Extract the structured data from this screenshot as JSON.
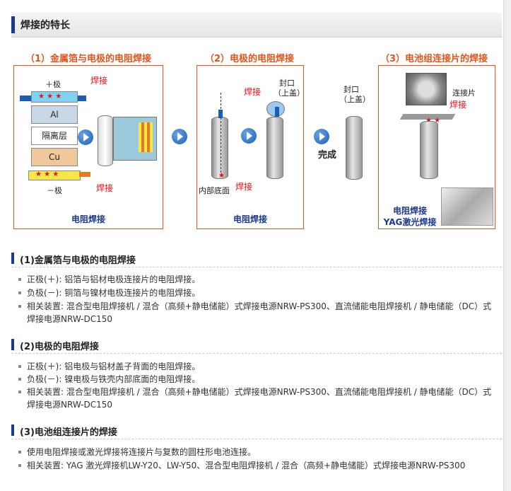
{
  "header": {
    "title": "焊接的特长"
  },
  "panels": [
    {
      "title": "（1）金属箔与电极的电阻焊接",
      "caption": "电阻焊接"
    },
    {
      "title": "（2）电极的电阻焊接",
      "caption": "电阻焊接"
    },
    {
      "title": "（3）电池组连接片的焊接",
      "caption_1": "电阻焊接",
      "caption_2": "YAG激光焊接"
    }
  ],
  "diagram1": {
    "plus": "＋极",
    "al": "Al",
    "sep": "隔离层",
    "cu": "Cu",
    "minus": "－极",
    "weld_top": "焊接",
    "weld_bottom": "焊接"
  },
  "diagram2": {
    "weld_top": "焊接",
    "seal": "封口",
    "cap": "（上盖）",
    "bottom": "内部底面",
    "weld_bottom": "焊接"
  },
  "diagram_done": {
    "seal": "封口",
    "cap": "（上盖）",
    "done": "完成"
  },
  "diagram3": {
    "tab": "连接片",
    "weld": "焊接"
  },
  "sections": [
    {
      "title": "(1)金属箔与电极的电阻焊接",
      "bullets": [
        "正极(＋): 铝箔与铝材电极连接片的电阻焊接。",
        "负极(－): 铜箔与镍材电极连接片的电阻焊接。",
        "相关装置: 混合型电阻焊接机 / 混合（高频+静电储能）式焊接电源NRW-PS300、直流储能电阻焊接机 / 静电储能（DC）式焊接电源NRW-DC150"
      ]
    },
    {
      "title": "(2)电极的电阻焊接",
      "bullets": [
        "正极(＋): 铝电极与铝材盖子背面的电阻焊接。",
        "负极(－): 镍电极与铁壳内部底面的电阻焊接。",
        "相关装置: 混合型电阻焊接机 / 混合（高频+静电储能）式焊接电源NRW-PS300、直流储能电阻焊接机 / 静电储能（DC）式焊接电源NRW-DC150"
      ]
    },
    {
      "title": "(3)电池组连接片的焊接",
      "bullets": [
        "使用电阻焊接或激光焊接将连接片与复数的圆柱形电池连接。",
        "相关装置: YAG 激光焊接机LW-Y20、LW-Y50、混合型电阻焊接机 / 混合（高频+静电储能）式焊接电源NRW-PS300"
      ]
    }
  ],
  "colors": {
    "accent": "#e2551b",
    "navy": "#1b3a8c",
    "weld_red": "#e2151b"
  }
}
